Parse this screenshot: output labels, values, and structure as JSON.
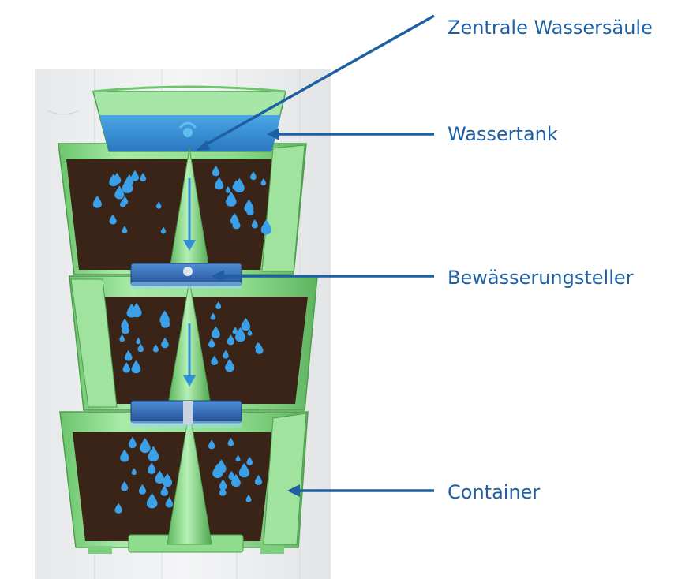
{
  "diagram": {
    "callouts": [
      {
        "label": "Zentrale Wassersäule",
        "target": "central-water-column"
      },
      {
        "label": "Wassertank",
        "target": "water-tank"
      },
      {
        "label": "Bewässerungsteller",
        "target": "irrigation-plate"
      },
      {
        "label": "Container",
        "target": "container-wall"
      }
    ],
    "colors": {
      "pot_green": "#8fdc8f",
      "pot_green_dark": "#5cb85c",
      "soil": "#3a2418",
      "water": "#2f8fd8",
      "drops": "#3aa0e8",
      "plate": "#2f6fb8",
      "callout": "#1e5fa3",
      "wood_bg": "#eef0f2"
    }
  }
}
